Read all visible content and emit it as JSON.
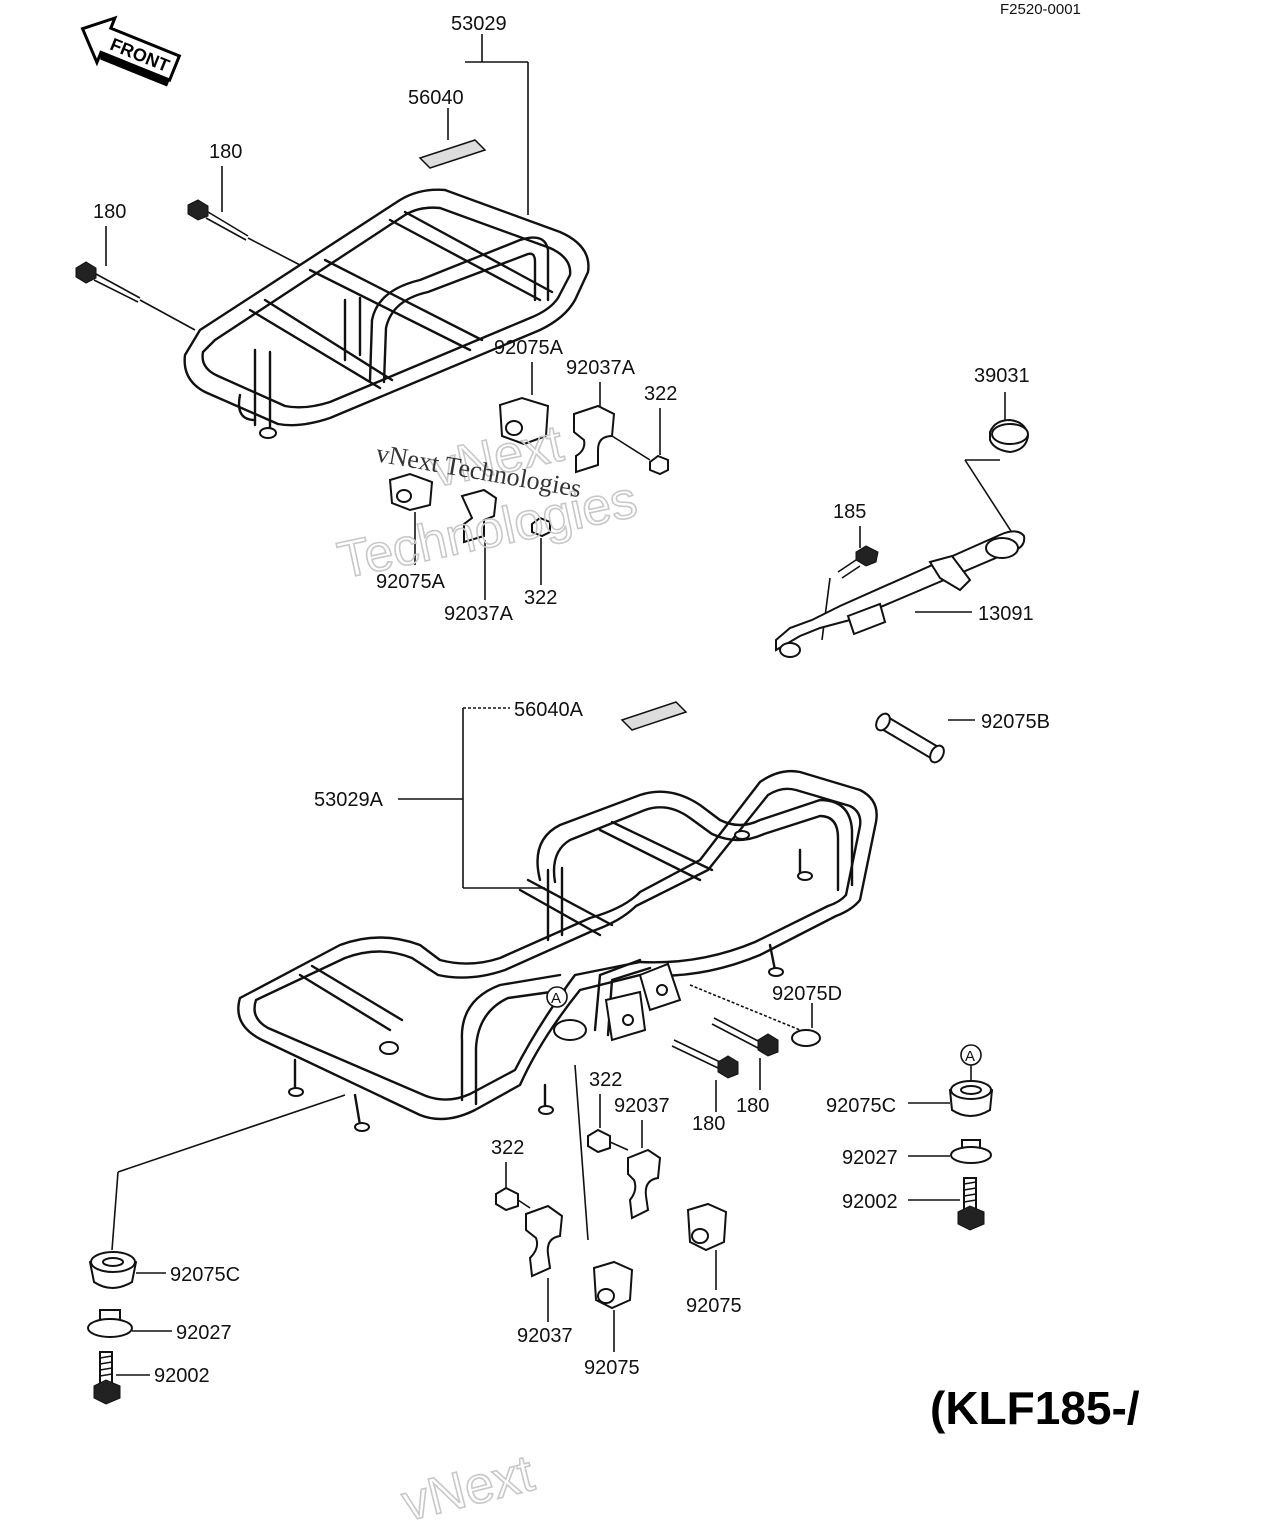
{
  "ref_code": "F2520-0001",
  "front_arrow": {
    "label": "FRONT",
    "icon": "front-arrow-icon"
  },
  "model": "(KLF185-/",
  "circle_marker": "A",
  "watermark": {
    "line1": "vNext",
    "line2": "Technologies",
    "serif_overlay": "vNext Technologies"
  },
  "labels": {
    "p53029": "53029",
    "p56040": "56040",
    "p180_a": "180",
    "p180_b": "180",
    "p92075A_a": "92075A",
    "p92037A_a": "92037A",
    "p322_a": "322",
    "p92075A_b": "92075A",
    "p92037A_b": "92037A",
    "p322_b": "322",
    "p39031": "39031",
    "p185": "185",
    "p13091": "13091",
    "p56040A": "56040A",
    "p92075B": "92075B",
    "p53029A": "53029A",
    "p92075D": "92075D",
    "p322_c": "322",
    "p92037_a": "92037",
    "p180_c": "180",
    "p180_d": "180",
    "p92075C_a": "92075C",
    "p92027_a": "92027",
    "p92002_a": "92002",
    "p322_d": "322",
    "p92075C_b": "92075C",
    "p92027_b": "92027",
    "p92002_b": "92002",
    "p92037_b": "92037",
    "p92075_a": "92075",
    "p92075_b": "92075"
  }
}
